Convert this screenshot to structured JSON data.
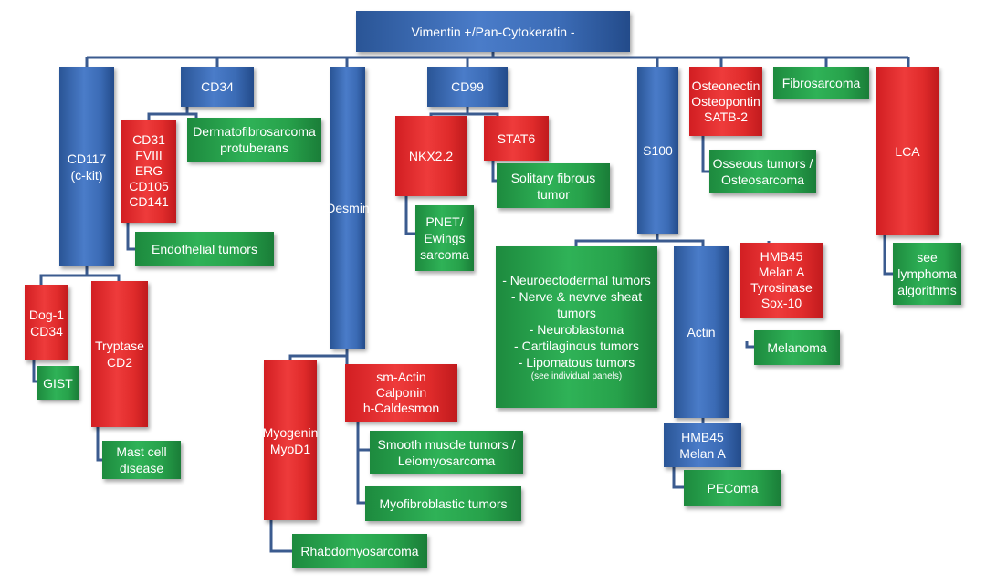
{
  "colors": {
    "blue": "#3b6bb5",
    "red": "#e02b2b",
    "green": "#27a24b",
    "connector": "#3b5b8f"
  },
  "boxes": {
    "root": [
      "Vimentin +/Pan-Cytokeratin -"
    ],
    "cd117": [
      "CD117",
      "(c-kit)"
    ],
    "cd34": [
      "CD34"
    ],
    "desmin": [
      "Desmin"
    ],
    "cd99": [
      "CD99"
    ],
    "s100": [
      "S100"
    ],
    "osteonectin": [
      "Osteonectin",
      "Osteopontin",
      "SATB-2"
    ],
    "fibrosarcoma": [
      "Fibrosarcoma"
    ],
    "lca": [
      "LCA"
    ],
    "dog1": [
      "Dog-1",
      "CD34"
    ],
    "tryptase": [
      "Tryptase",
      "CD2"
    ],
    "gist": [
      "GIST"
    ],
    "mastcell": [
      "Mast cell",
      "disease"
    ],
    "cd31": [
      "CD31",
      "FVIII",
      "ERG",
      "CD105",
      "CD141"
    ],
    "dermatofibrosarcoma": [
      "Dermatofibrosarcoma",
      "protuberans"
    ],
    "endothelial": [
      "Endothelial tumors"
    ],
    "myogenin": [
      "Myogenin",
      "MyoD1"
    ],
    "rhabdomyosarcoma": [
      "Rhabdomyosarcoma"
    ],
    "smactin": [
      "sm-Actin",
      "Calponin",
      "h-Caldesmon"
    ],
    "smoothmuscle": [
      "Smooth muscle tumors /",
      "Leiomyosarcoma"
    ],
    "myofibroblastic": [
      "Myofibroblastic tumors"
    ],
    "nkx22": [
      "NKX2.2"
    ],
    "pnet": [
      "PNET/",
      "Ewings",
      "sarcoma"
    ],
    "stat6": [
      "STAT6"
    ],
    "solitary": [
      "Solitary fibrous",
      "tumor"
    ],
    "neuro": [
      "- Neuroectodermal tumors",
      "- Nerve & nevrve sheat",
      "tumors",
      "- Neuroblastoma",
      "- Cartilaginous tumors",
      "- Lipomatous tumors"
    ],
    "neuro_note": "(see individual panels)",
    "actin": [
      "Actin"
    ],
    "hmb45_melan": [
      "HMB45",
      "Melan A"
    ],
    "pecoma": [
      "PEComa"
    ],
    "hmb45_sox": [
      "HMB45",
      "Melan A",
      "Tyrosinase",
      "Sox-10"
    ],
    "melanoma": [
      "Melanoma"
    ],
    "osseous": [
      "Osseous tumors /",
      "Osteosarcoma"
    ],
    "lymphoma": [
      "see",
      "lymphoma",
      "algorithms"
    ]
  }
}
